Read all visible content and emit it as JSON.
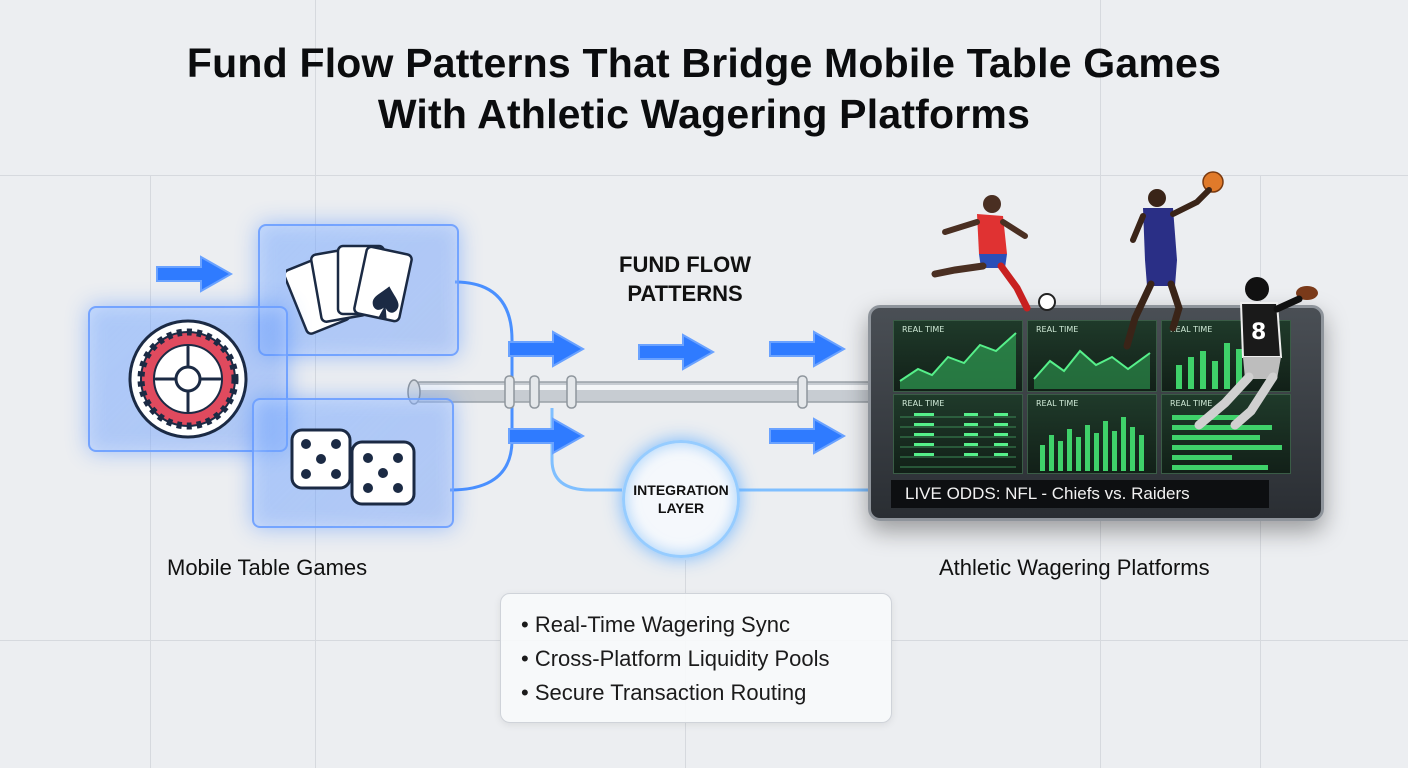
{
  "title": {
    "line1": "Fund Flow Patterns That Bridge Mobile Table Games",
    "line2": "With Athletic Wagering Platforms"
  },
  "left_section": {
    "label": "Mobile Table Games",
    "cards": [
      "playing-cards-icon",
      "roulette-wheel-icon",
      "dice-icon"
    ]
  },
  "center": {
    "flow_label_line1": "FUND FLOW",
    "flow_label_line2": "PATTERNS",
    "integration_line1": "INTEGRATION",
    "integration_line2": "LAYER"
  },
  "right_section": {
    "label": "Athletic Wagering Platforms",
    "ticker": "LIVE ODDS: NFL - Chiefs vs. Raiders",
    "panel_titles": [
      "REAL TIME",
      "REAL TIME",
      "REAL TIME",
      "REAL TIME",
      "REAL TIME",
      "REAL TIME"
    ]
  },
  "features": [
    "Real-Time Wagering Sync",
    "Cross-Platform Liquidity Pools",
    "Secure Transaction Routing"
  ],
  "colors": {
    "accent_blue": "#2f7bff",
    "chart_green": "#3fd16a",
    "background": "#eceef1"
  }
}
